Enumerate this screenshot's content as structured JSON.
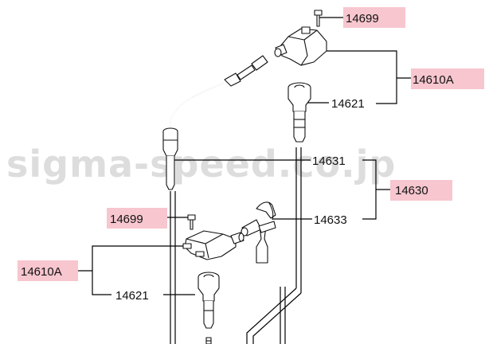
{
  "watermark": "sigma-speed.co.jp",
  "colors": {
    "highlight": "#f7c6ce",
    "line": "#000000",
    "part_fill": "#ffffff",
    "text": "#111111"
  },
  "labels": {
    "bolt_upper": "14699",
    "coil_upper": "14610A",
    "boot_upper": "14621",
    "cable_long": "14631",
    "cable_set": "14630",
    "bolt_lower": "14699",
    "cable_short": "14633",
    "coil_lower": "14610A",
    "boot_lower": "14621"
  }
}
